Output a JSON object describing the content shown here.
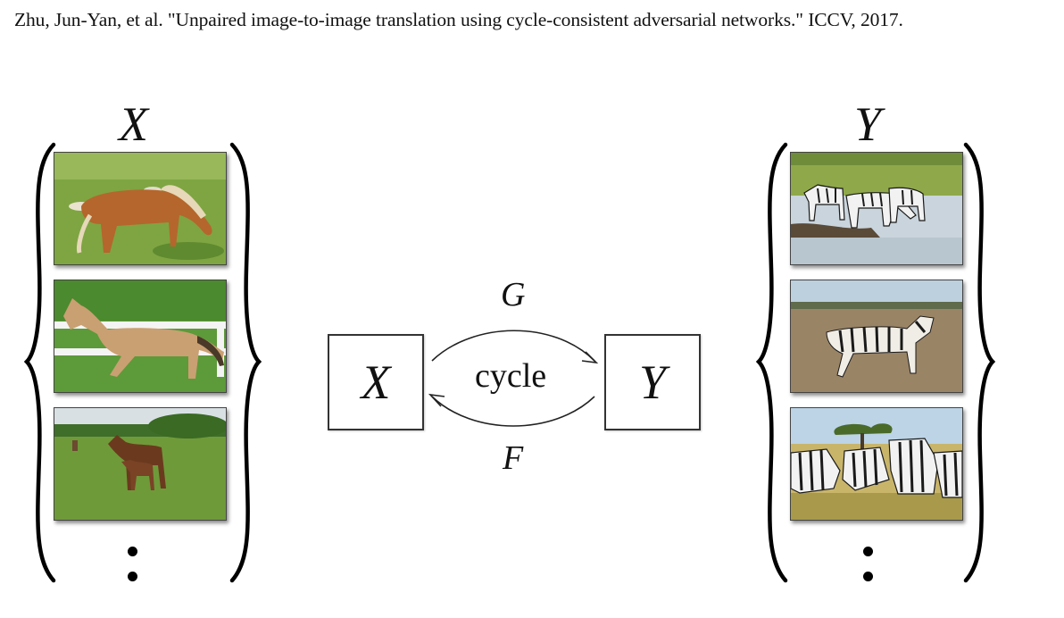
{
  "citation": "Zhu, Jun-Yan, et al. \"Unpaired image-to-image translation using cycle-consistent adversarial networks.\" ICCV, 2017.",
  "domains": {
    "source": {
      "label": "X"
    },
    "target": {
      "label": "Y"
    }
  },
  "mappings": {
    "forward": "G",
    "backward": "F",
    "cycle": "cycle"
  },
  "colors": {
    "grass": "#6f9a3a",
    "horse_chestnut": "#b0622a",
    "horse_tan": "#c8a070",
    "zebra_stripe": "#1a1a1a",
    "water": "#c9d4dc"
  },
  "source_images": [
    "grazing-horse-photo",
    "trotting-horse-photo",
    "mare-and-foal-photo"
  ],
  "target_images": [
    "zebras-at-water-photo",
    "walking-zebra-photo",
    "zebra-herd-photo"
  ]
}
